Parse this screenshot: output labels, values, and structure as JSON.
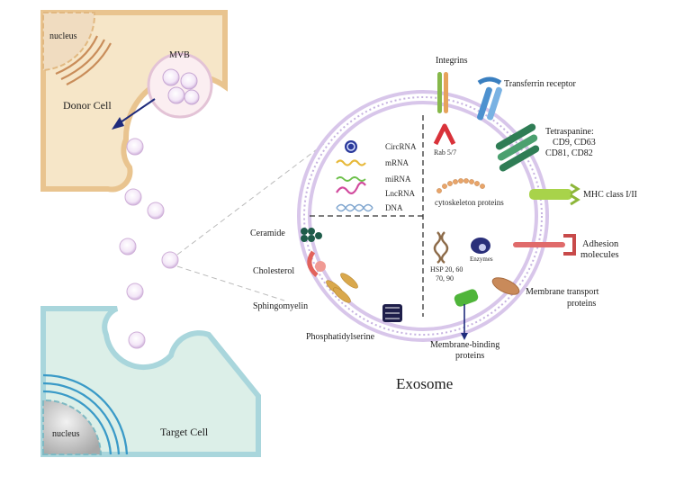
{
  "donor_cell": {
    "label": "Donor Cell",
    "nucleus": "nucleus",
    "mvb": "MVB"
  },
  "target_cell": {
    "label": "Target Cell",
    "nucleus": "nucleus"
  },
  "exosome": {
    "title": "Exosome",
    "nucleic_acids": [
      "CircRNA",
      "mRNA",
      "miRNA",
      "LncRNA",
      "DNA"
    ],
    "rab": "Rab 5/7",
    "cytoskeleton": "cytoskeleton proteins",
    "hsp_line1": "HSP 20, 60",
    "hsp_line2": "70, 90",
    "enzymes": "Enzymes",
    "lipids": {
      "ceramide": "Ceramide",
      "cholesterol": "Cholesterol",
      "sphingomyelin": "Sphingomyelin",
      "phosphatidylserine": "Phosphatidylserine"
    },
    "proteins": {
      "integrins": "Integrins",
      "transferrin": "Transferrin receptor",
      "tetraspanine_line1": "Tetraspanine:",
      "tetraspanine_line2": "CD9, CD63",
      "tetraspanine_line3": "CD81, CD82",
      "mhc": "MHC class I/II",
      "adhesion_line1": "Adhesion",
      "adhesion_line2": "molecules",
      "membrane_transport_line1": "Membrane transport",
      "membrane_transport_line2": "proteins",
      "membrane_binding_line1": "Membrane-binding",
      "membrane_binding_line2": "proteins"
    }
  },
  "colors": {
    "donor_fill": "#f6e6c8",
    "donor_border": "#e9c48f",
    "target_fill": "#dcefe8",
    "target_border": "#a9d6dc",
    "membrane": "#c6b2e0",
    "vesicle": "#d9c3e6"
  }
}
